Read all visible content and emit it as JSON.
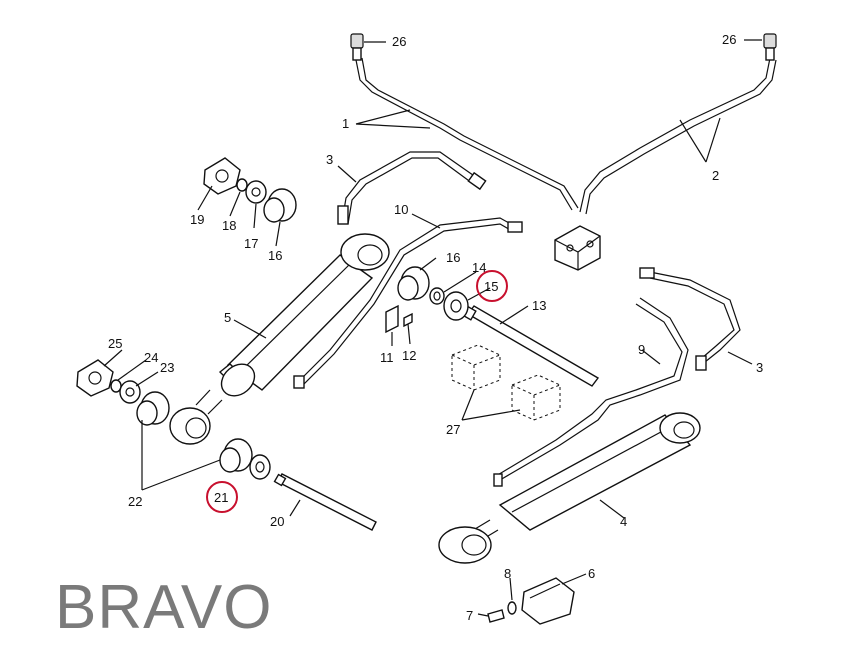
{
  "brand_text": "BRAVO",
  "highlight_color": "#c8102e",
  "labels": {
    "l1": "1",
    "l2": "2",
    "l3a": "3",
    "l3b": "3",
    "l4": "4",
    "l5": "5",
    "l6": "6",
    "l7": "7",
    "l8": "8",
    "l9": "9",
    "l10": "10",
    "l11": "11",
    "l12": "12",
    "l13": "13",
    "l14": "14",
    "l15": "15",
    "l16": "16",
    "l16b": "16",
    "l17": "17",
    "l18": "18",
    "l19": "19",
    "l20": "20",
    "l21": "21",
    "l22": "22",
    "l23": "23",
    "l24": "24",
    "l25": "25",
    "l26a": "26",
    "l26b": "26",
    "l27": "27"
  },
  "highlighted_parts": [
    "15",
    "21"
  ]
}
